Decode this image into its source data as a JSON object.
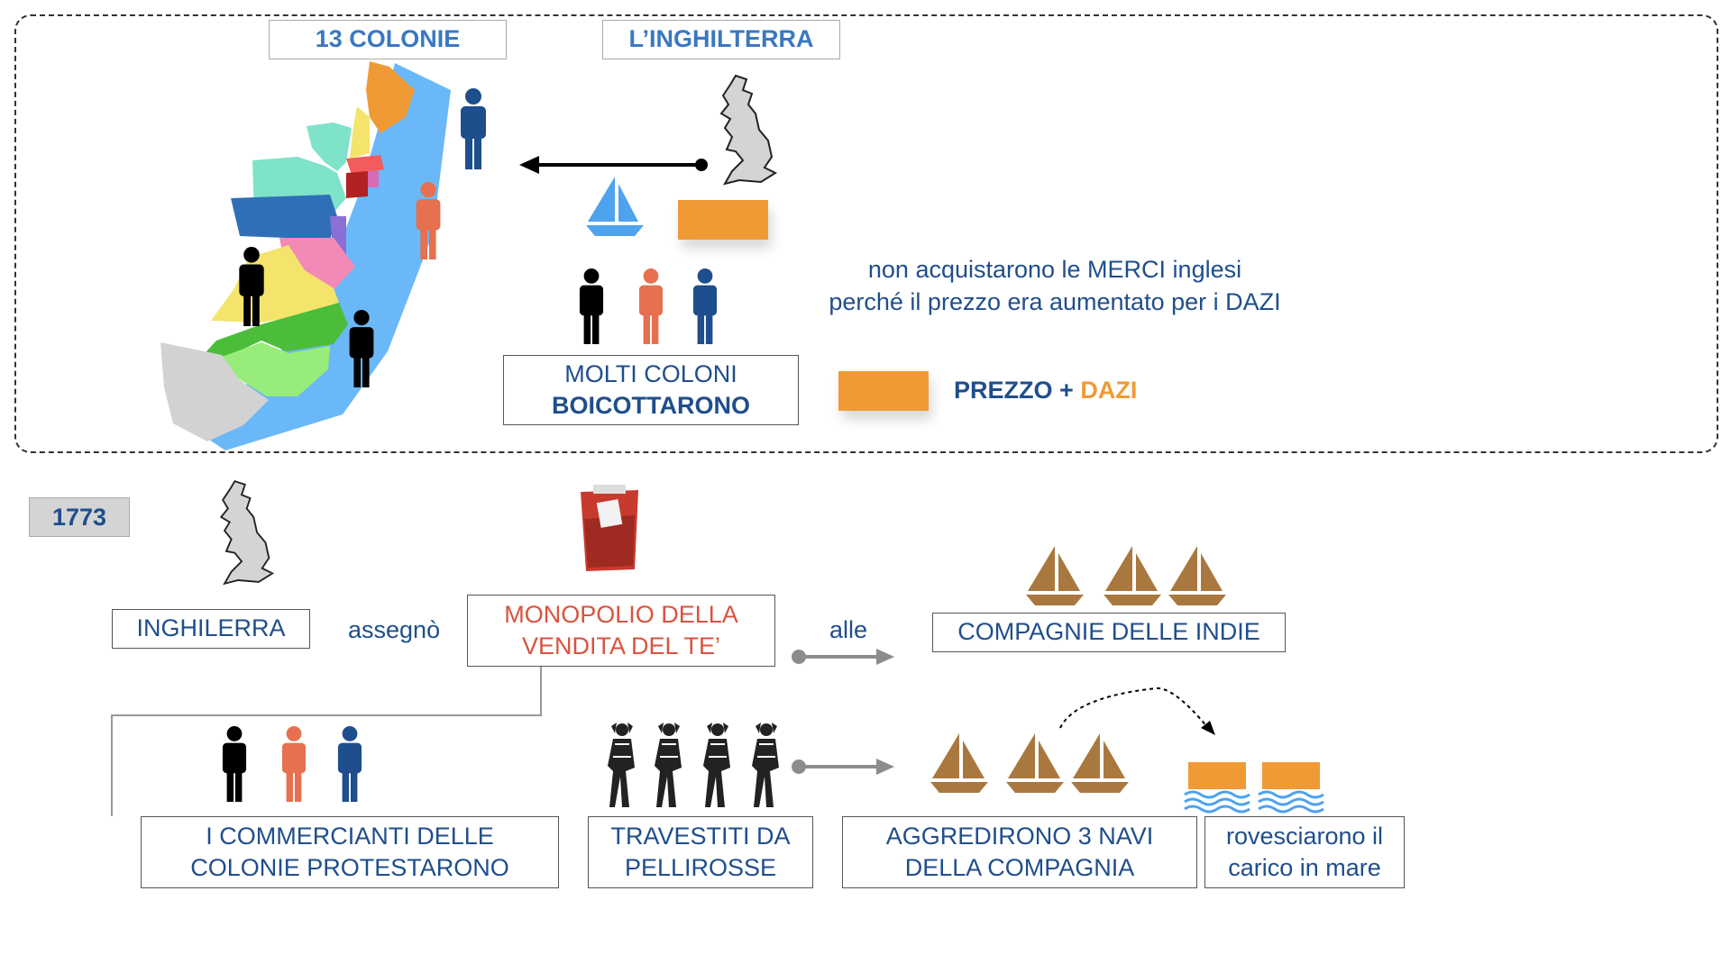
{
  "top": {
    "colonies_title": "13 COLONIE",
    "england_title": "L’INGHILTERRA",
    "explanation_line1": "non acquistarono le MERCI inglesi",
    "explanation_line2": "perché il prezzo era aumentato per i DAZI",
    "boycott_line1": "MOLTI COLONI",
    "boycott_line2": "BOICOTTARONO",
    "price_label": "PREZZO",
    "plus": "+",
    "duties_label": "DAZI"
  },
  "bottom": {
    "year": "1773",
    "england": "INGHILERRA",
    "assigned": "assegnò",
    "monopoly_line1": "MONOPOLIO DELLA",
    "monopoly_line2": "VENDITA  DEL TE’",
    "to_the": "alle",
    "companies": "COMPAGNIE DELLE INDIE",
    "merchants_line1": "I COMMERCIANTI DELLE",
    "merchants_line2": "COLONIE PROTESTARONO",
    "disguised_line1": "TRAVESTITI DA",
    "disguised_line2": "PELLIROSSE",
    "attacked_line1": "AGGREDIRONO 3 NAVI",
    "attacked_line2": "DELLA COMPAGNIA",
    "overturned_line1": "rovesciarono il",
    "overturned_line2": "carico in mare"
  },
  "colors": {
    "title_blue": "#3a78c0",
    "text_blue": "#1f4e8c",
    "red": "#d9533f",
    "orange": "#f09a36",
    "ship_brown": "#a9783f",
    "sail_blue": "#4da3ee",
    "sea_blue": "#6ab8f7"
  },
  "icons": [
    "person-icon",
    "uk-map-icon",
    "sailboat-icon",
    "ship-icon",
    "tea-bag-icon",
    "native-figure-icon",
    "waves-icon",
    "colonies-map"
  ]
}
